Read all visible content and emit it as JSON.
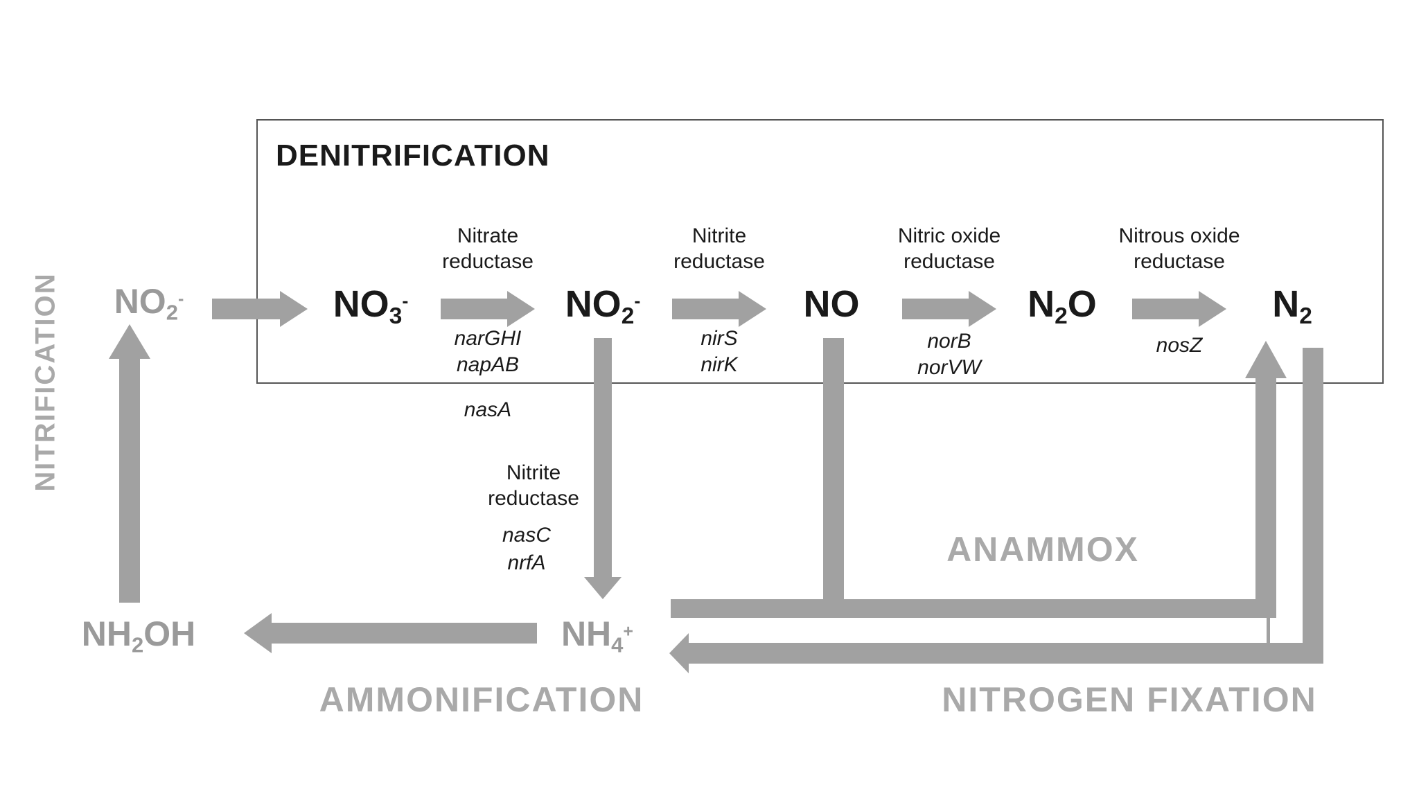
{
  "colors": {
    "arrow_gray": "#a1a1a1",
    "species_gray": "#9a9a9a",
    "label_gray": "#a9a9a9",
    "text_black": "#1a1a1a",
    "box_border": "#555555",
    "background": "#ffffff"
  },
  "box_title": "DENITRIFICATION",
  "process_labels": {
    "nitrification": "NITRIFICATION",
    "anammox": "ANAMMOX",
    "ammonification": "AMMONIFICATION",
    "nitrogen_fixation": "NITROGEN FIXATION"
  },
  "species": {
    "nitrite_gray": {
      "base": "NO",
      "sub": "2",
      "sup": "-"
    },
    "nitrate": {
      "base": "NO",
      "sub": "3",
      "sup": "-"
    },
    "nitrite": {
      "base": "NO",
      "sub": "2",
      "sup": "-"
    },
    "nitric_oxide": {
      "base": "NO"
    },
    "nitrous_oxide": {
      "base": "N",
      "sub": "2",
      "tail": "O"
    },
    "dinitrogen": {
      "base": "N",
      "sub": "2"
    },
    "hydroxylamine": {
      "base": "NH",
      "sub": "2",
      "tail": "OH"
    },
    "ammonium": {
      "base": "NH",
      "sub": "4",
      "sup": "+"
    }
  },
  "enzymes": {
    "nitrate_reductase": "Nitrate reductase",
    "nitrite_reductase": "Nitrite reductase",
    "nitric_oxide_reductase": "Nitric oxide reductase",
    "nitrous_oxide_reductase": "Nitrous oxide reductase",
    "nitrite_reductase_dnra": "Nitrite reductase"
  },
  "genes": {
    "narGHI": "narGHI",
    "napAB": "napAB",
    "nasA": "nasA",
    "nirS": "nirS",
    "nirK": "nirK",
    "norB": "norB",
    "norVW": "norVW",
    "nosZ": "nosZ",
    "nasC": "nasC",
    "nrfA": "nrfA"
  }
}
